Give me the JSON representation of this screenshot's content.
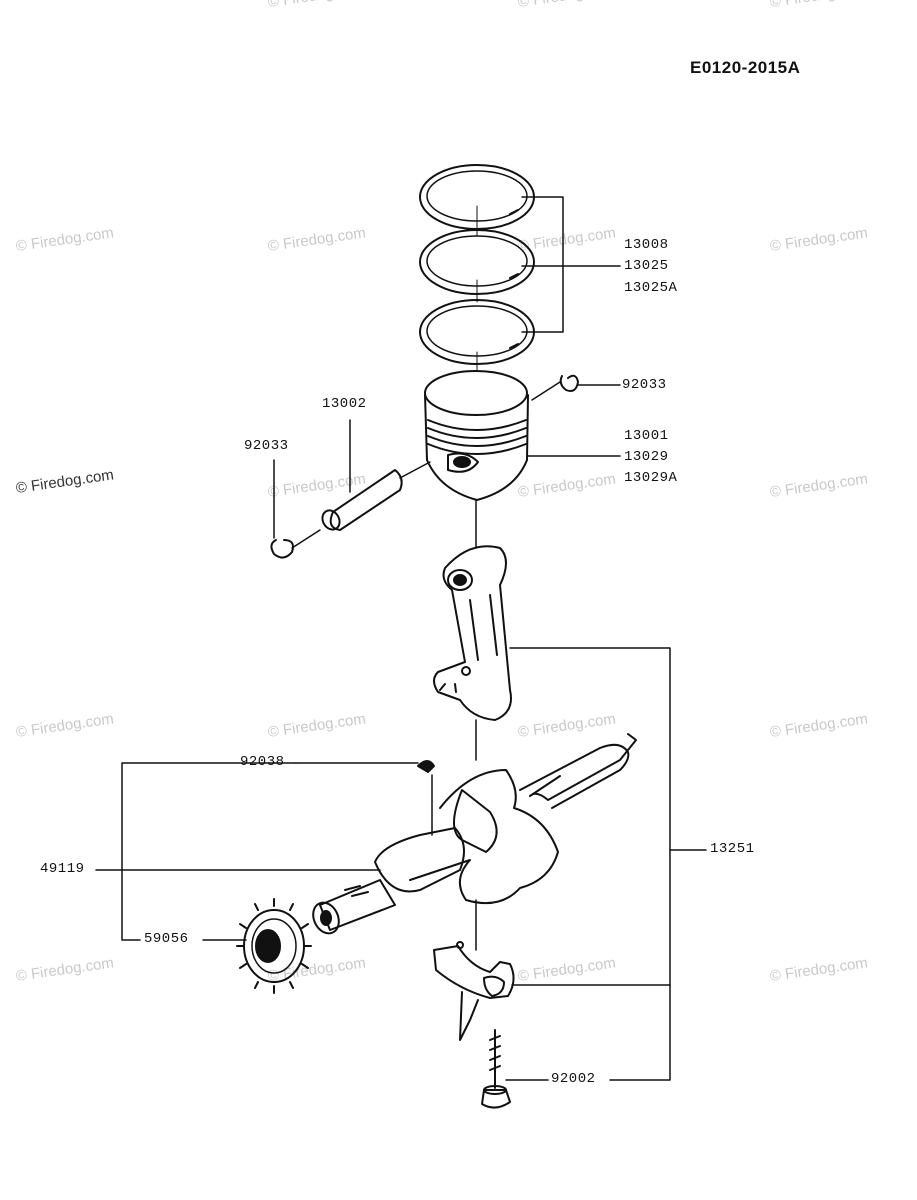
{
  "diagram_code": "E0120-2015A",
  "watermark": "© Firedog.com",
  "parts": {
    "piston_rings": [
      "13008",
      "13025",
      "13025A"
    ],
    "circlip_right": "92033",
    "piston_pin": "13002",
    "circlip_left": "92033",
    "piston": [
      "13001",
      "13029",
      "13029A"
    ],
    "connecting_rod_assy": "13251",
    "woodruff_key": "92038",
    "crankshaft": "49119",
    "crank_gear": "59056",
    "rod_bolt": "92002"
  },
  "colors": {
    "line": "#111111",
    "watermark": "#c9c9c9"
  }
}
